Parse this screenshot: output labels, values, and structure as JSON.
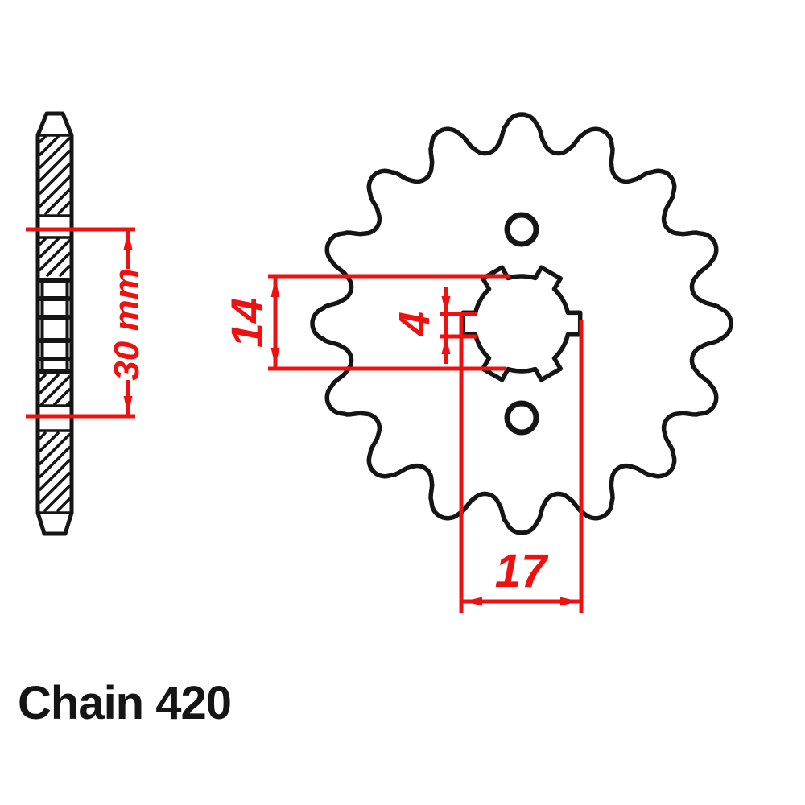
{
  "page": {
    "background": "#ffffff"
  },
  "title": {
    "label": "Chain 420"
  },
  "drawing": {
    "type": "sprocket technical drawing",
    "views": {
      "left": "side section view",
      "right": "front view"
    },
    "front": {
      "teeth": 16,
      "spline_count": 6,
      "bolt_hole_count": 2
    },
    "colors": {
      "outline": "#151515",
      "dimension_red": "#ee1111",
      "background": "#ffffff"
    },
    "dimensions": {
      "hub_width": {
        "label": "30 mm"
      },
      "bore_diameter": {
        "label": "14"
      },
      "spline_groove": {
        "label": "4"
      },
      "spline_outer": {
        "label": "17"
      }
    }
  }
}
